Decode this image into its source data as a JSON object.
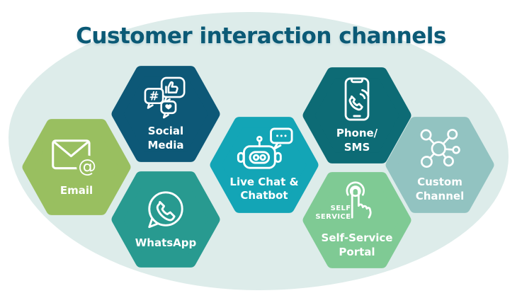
{
  "title": "Customer interaction channels",
  "colors": {
    "page_background": "#ffffff",
    "blob_background": "#ddecea",
    "title_text": "#0b5a76",
    "label_text": "#ffffff",
    "icon_stroke": "#ffffff"
  },
  "channels": [
    {
      "id": "email",
      "label": "Email",
      "color": "#99bf60"
    },
    {
      "id": "social-media",
      "label": "Social\nMedia",
      "color": "#0d5877"
    },
    {
      "id": "whatsapp",
      "label": "WhatsApp",
      "color": "#289a90"
    },
    {
      "id": "live-chat-chatbot",
      "label": "Live Chat &\nChatbot",
      "color": "#13a5b6"
    },
    {
      "id": "phone-sms",
      "label": "Phone/\nSMS",
      "color": "#0d6b75"
    },
    {
      "id": "self-service-portal",
      "label": "Self-Service\nPortal",
      "color": "#7fca94",
      "badge": "SELF\nSERVICE"
    },
    {
      "id": "custom-channel",
      "label": "Custom\nChannel",
      "color": "#92c3c1"
    }
  ]
}
